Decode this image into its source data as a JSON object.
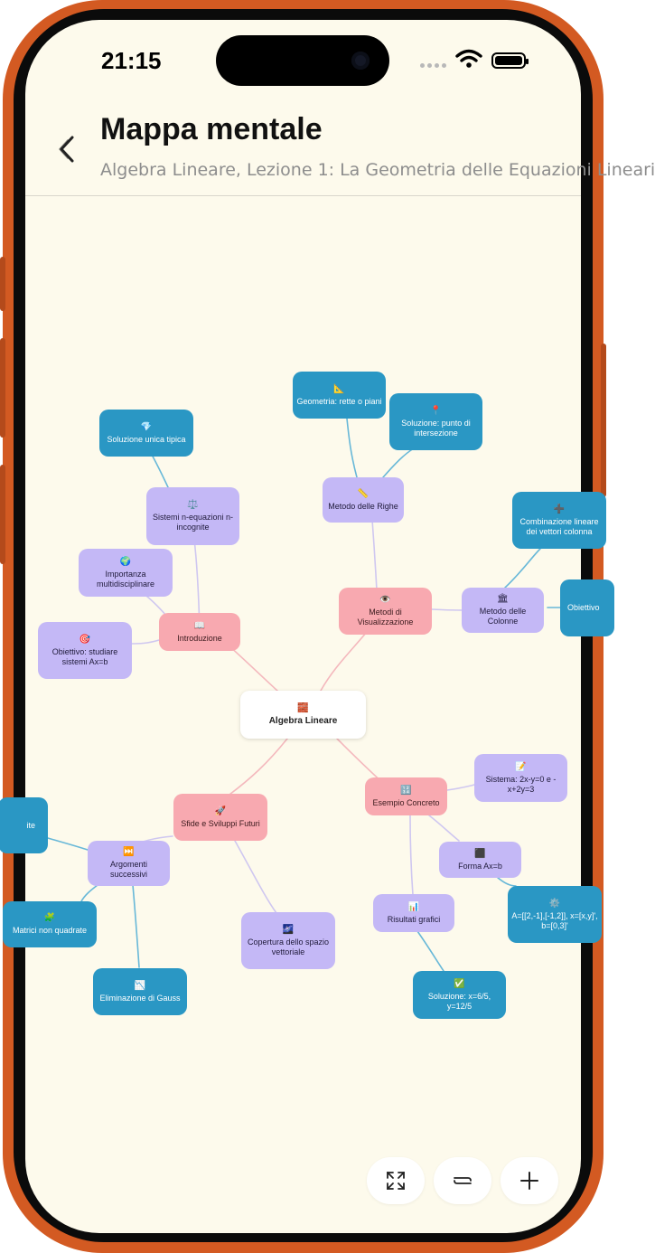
{
  "status_bar": {
    "time": "21:15"
  },
  "header": {
    "title": "Mappa mentale",
    "subtitle": "Algebra Lineare, Lezione 1: La Geometria delle Equazioni Lineari"
  },
  "colors": {
    "root": "#ffffff",
    "level1": "#f8a9b0",
    "level2": "#c4b8f6",
    "level3": "#2a97c4",
    "background": "#fdfaec"
  },
  "mindmap": {
    "root": {
      "icon": "🧱",
      "label": "Algebra Lineare"
    },
    "introduzione": {
      "icon": "📖",
      "label": "Introduzione"
    },
    "metodi": {
      "icon": "👁️",
      "label": "Metodi di Visualizzazione"
    },
    "sfide": {
      "icon": "🚀",
      "label": "Sfide e Sviluppi Futuri"
    },
    "esempio": {
      "icon": "🔢",
      "label": "Esempio Concreto"
    },
    "sistemi": {
      "icon": "⚖️",
      "label": "Sistemi n-equazioni n-incognite"
    },
    "importanza": {
      "icon": "🌍",
      "label": "Importanza multidisciplinare"
    },
    "obiettivo": {
      "icon": "🎯",
      "label": "Obiettivo: studiare sistemi Ax=b"
    },
    "soluzione_unica": {
      "icon": "💎",
      "label": "Soluzione unica tipica"
    },
    "metodo_righe": {
      "icon": "📏",
      "label": "Metodo delle Righe"
    },
    "geometria": {
      "icon": "📐",
      "label": "Geometria: rette o piani"
    },
    "punto_intersezione": {
      "icon": "📍",
      "label": "Soluzione: punto di intersezione"
    },
    "metodo_colonne": {
      "icon": "🏛",
      "label": "Metodo delle Colonne"
    },
    "combinazione": {
      "icon": "➕",
      "label": "Combinazione lineare dei vettori colonna"
    },
    "obiettivo_col": {
      "icon": "",
      "label": "Obiettivo"
    },
    "argomenti": {
      "icon": "⏭️",
      "label": "Argomenti successivi"
    },
    "incognite_cut": {
      "icon": "",
      "label": "ite"
    },
    "matrici": {
      "icon": "🧩",
      "label": "Matrici non quadrate"
    },
    "gauss": {
      "icon": "📉",
      "label": "Eliminazione di Gauss"
    },
    "copertura": {
      "icon": "🌌",
      "label": "Copertura dello spazio vettoriale"
    },
    "sistema": {
      "icon": "📝",
      "label": "Sistema: 2x-y=0 e -x+2y=3"
    },
    "forma": {
      "icon": "⬛",
      "label": "Forma Ax=b"
    },
    "matrice_a": {
      "icon": "⚙️",
      "label": "A=[[2,-1],[-1,2]], x=[x,y]', b=[0,3]'"
    },
    "risultati": {
      "icon": "📊",
      "label": "Risultati grafici"
    },
    "soluzione": {
      "icon": "✅",
      "label": "Soluzione: x=6/5, y=12/5"
    }
  },
  "toolbar": {
    "fit_icon": "expand-icon",
    "collapse_icon": "collapse-icon",
    "add_icon": "plus-icon"
  }
}
